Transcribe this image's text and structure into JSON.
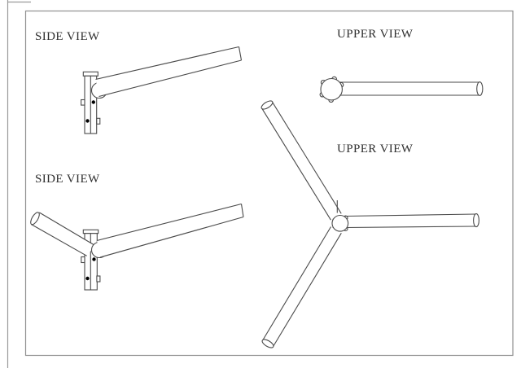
{
  "drawing": {
    "background": "#ffffff",
    "frame_color": "#8f8f8f",
    "outer_frame_color": "#9a9a9a",
    "line_color": "#4a4a4a",
    "text_color": "#2f2f2f",
    "bolt_color": "#000000",
    "labels": {
      "side_view_1": "SIDE VIEW",
      "upper_view_1": "UPPER VIEW",
      "side_view_2": "SIDE VIEW",
      "upper_view_2": "UPPER VIEW"
    },
    "figures": [
      {
        "name": "single-arm-bracket-side-view",
        "label_ref": "side_view_1"
      },
      {
        "name": "single-arm-bracket-upper-view",
        "label_ref": "upper_view_1"
      },
      {
        "name": "double-arm-bracket-side-view",
        "label_ref": "side_view_2"
      },
      {
        "name": "triple-arm-bracket-upper-view",
        "label_ref": "upper_view_2"
      }
    ]
  }
}
